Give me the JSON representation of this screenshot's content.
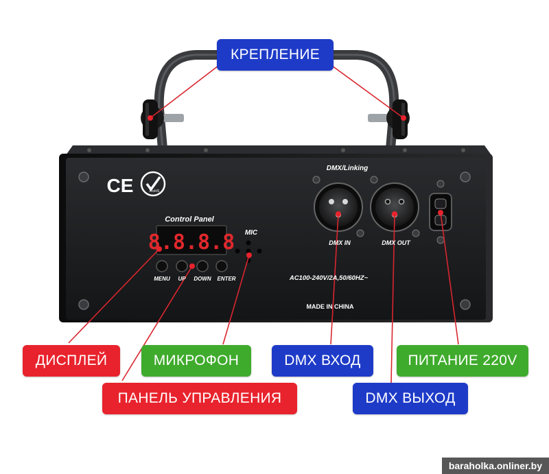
{
  "device": {
    "dmx_linking": "DMX/Linking",
    "control_panel": "Control Panel",
    "display": "8.8.8.8",
    "mic": "MIC",
    "buttons": [
      "MENU",
      "UP",
      "DOWN",
      "ENTER"
    ],
    "dmx_in": "DMX IN",
    "dmx_out": "DMX OUT",
    "power_spec": "AC100-240V/2A,50/60HZ~",
    "made_in": "MADE IN CHINA",
    "ce_mark": "CE",
    "rohs": "RoHS"
  },
  "labels": {
    "mount": "КРЕПЛЕНИЕ",
    "display": "ДИСПЛЕЙ",
    "microphone": "МИКРОФОН",
    "dmx_in": "DMX ВХОД",
    "power": "ПИТАНИЕ 220V",
    "control_panel": "ПАНЕЛЬ УПРАВЛЕНИЯ",
    "dmx_out": "DMX ВЫХОД"
  },
  "colors": {
    "red": "#e8232d",
    "green": "#3fab2c",
    "blue": "#1e3bc8",
    "panel": "#1a1b1d"
  },
  "watermark": "baraholka.onliner.by"
}
